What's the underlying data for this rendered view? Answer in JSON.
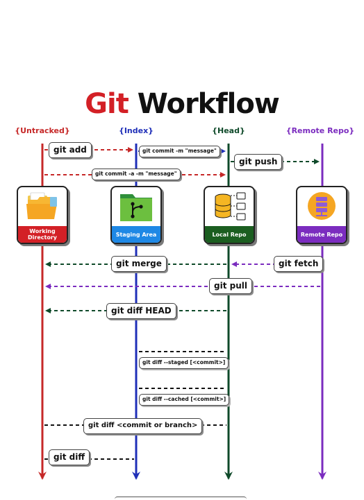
{
  "title": {
    "part1": "Git",
    "part2": "Workflow"
  },
  "colors": {
    "untracked": "#c62828",
    "index": "#1f2fb8",
    "head": "#0f4a2a",
    "remote": "#7b2cbf",
    "title_red": "#d32026"
  },
  "lanes": {
    "untracked": "{Untracked}",
    "index": "{Index}",
    "head": "{Head}",
    "remote": "{Remote Repo}"
  },
  "areas": {
    "working": "Working Directory",
    "staging": "Staging Area",
    "local": "Local Repo",
    "remote": "Remote Repo"
  },
  "icons": {
    "working": "folder-icon",
    "staging": "git-branch-folder-icon",
    "local": "database-icon",
    "remote": "server-icon"
  },
  "commands": {
    "git_add": "git add",
    "git_commit_m": "git commit -m \"message\"",
    "git_push": "git push",
    "git_commit_a": "git commit -a -m \"message\"",
    "git_merge": "git merge",
    "git_fetch": "git fetch",
    "git_pull": "git pull",
    "git_diff_head": "git diff HEAD",
    "git_diff_staged": "git diff --staged [<commit>]",
    "git_diff_cached": "git diff --cached [<commit>]",
    "git_diff_commit": "git diff <commit or branch>",
    "git_diff": "git diff"
  }
}
